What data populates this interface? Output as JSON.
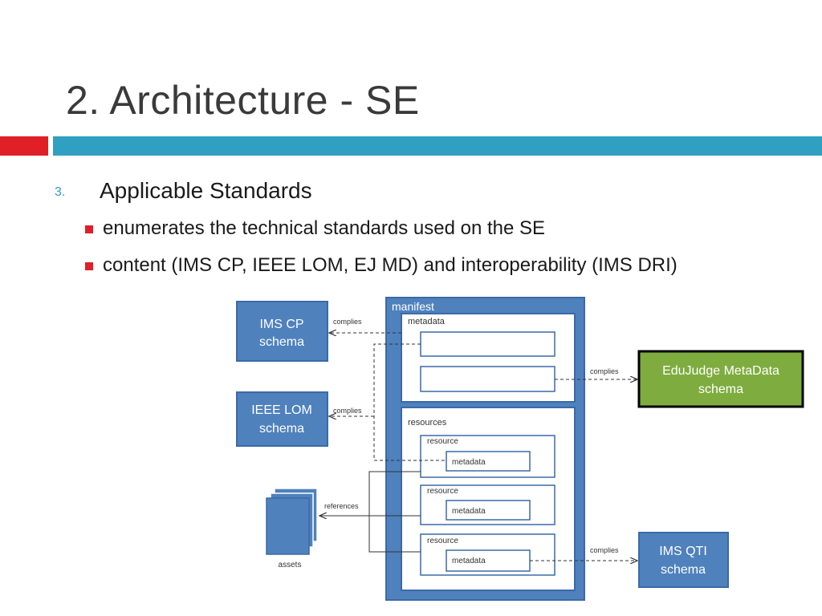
{
  "slide": {
    "title": "2. Architecture - SE",
    "section_number": "3.",
    "section_heading": "Applicable Standards",
    "bullets": [
      "enumerates the technical standards used on the SE",
      "content (IMS CP, IEEE LOM, EJ MD) and interoperability (IMS DRI)"
    ]
  },
  "diagram": {
    "manifest_label": "manifest",
    "metadata_label": "metadata",
    "resources_label": "resources",
    "resource_label": "resource",
    "inner_metadata_label": "metadata",
    "ims_cp": [
      "IMS CP",
      "schema"
    ],
    "ieee_lom": [
      "IEEE LOM",
      "schema"
    ],
    "edujudge": [
      "EduJudge MetaData",
      "schema"
    ],
    "ims_qti": [
      "IMS QTI",
      "schema"
    ],
    "assets_label": "assets",
    "complies": "complies",
    "references": "references"
  },
  "colors": {
    "title": "#3a3a3a",
    "accent_red": "#e01f26",
    "accent_blue": "#2f9fc2",
    "box_blue": "#4f81bd",
    "box_border": "#3a6aa8",
    "edujudge_green": "#7fac3f"
  }
}
